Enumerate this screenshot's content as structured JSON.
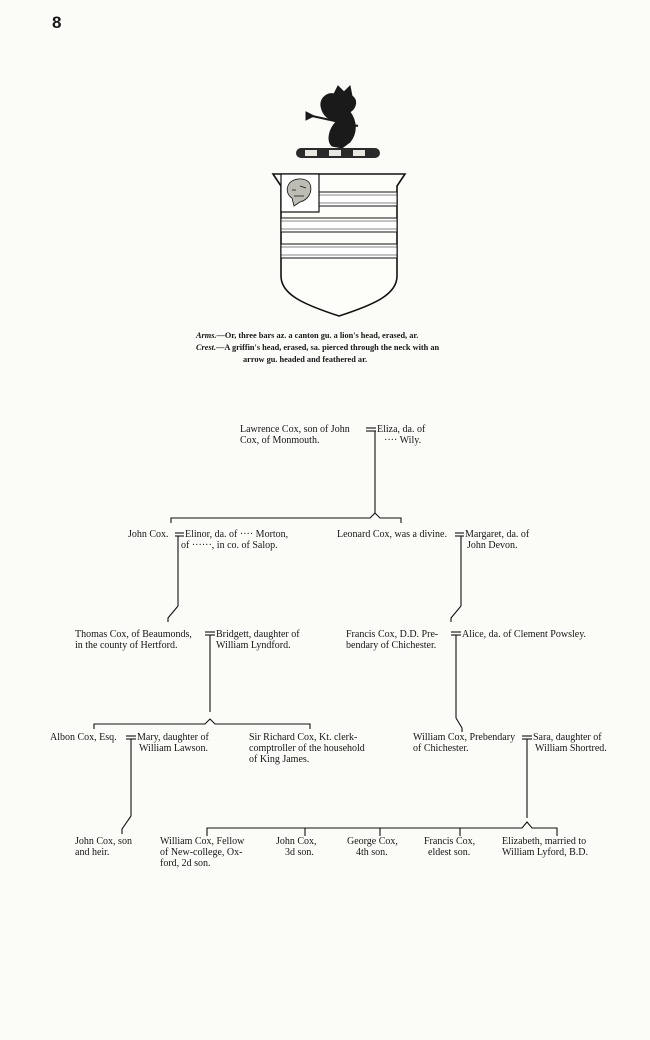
{
  "page_number": "8",
  "blazon": {
    "arms_label": "Arms.",
    "arms_text": "—Or, three bars az. a canton gu. a lion's head, erased, ar.",
    "crest_label": "Crest.",
    "crest_text_1": "—A griffin's head, erased, sa. pierced through the neck with an",
    "crest_text_2": "arrow gu. headed and feathered ar."
  },
  "gen1": {
    "lawrence_1": "Lawrence Cox, son of John",
    "lawrence_2": "Cox, of Monmouth.",
    "eliza_1": "Eliza, da. of",
    "eliza_2": "···· Wily."
  },
  "gen2": {
    "john_cox": "John Cox.",
    "elinor_1": "Elinor, da. of ···· Morton,",
    "elinor_2": "of ······, in co. of Salop.",
    "leonard": "Leonard Cox, was a divine.",
    "margaret_1": "Margaret, da. of",
    "margaret_2": "John Devon."
  },
  "gen3": {
    "thomas_1": "Thomas Cox, of Beaumonds,",
    "thomas_2": "in the county of Hertford.",
    "bridgett_1": "Bridgett, daughter of",
    "bridgett_2": "William Lyndford.",
    "francis_1": "Francis Cox, D.D. Pre-",
    "francis_2": "bendary of Chichester.",
    "alice": "Alice, da. of Clement Powsley."
  },
  "gen4": {
    "albon": "Albon Cox, Esq.",
    "mary_1": "Mary, daughter of",
    "mary_2": "William Lawson.",
    "richard_1": "Sir Richard Cox, Kt. clerk-",
    "richard_2": "comptroller of the household",
    "richard_3": "of King James.",
    "william_1": "William Cox, Prebendary",
    "william_2": "of Chichester.",
    "sara_1": "Sara, daughter of",
    "sara_2": "William Shortred."
  },
  "gen5": {
    "john_son_1": "John Cox, son",
    "john_son_2": "and heir.",
    "william_fellow_1": "William Cox, Fellow",
    "william_fellow_2": "of New-college, Ox-",
    "william_fellow_3": "ford, 2d son.",
    "john3_1": "John Cox,",
    "john3_2": "3d son.",
    "george_1": "George Cox,",
    "george_2": "4th son.",
    "francis_1": "Francis Cox,",
    "francis_2": "eldest son.",
    "elizabeth_1": "Elizabeth, married to",
    "elizabeth_2": "William Lyford, B.D."
  }
}
